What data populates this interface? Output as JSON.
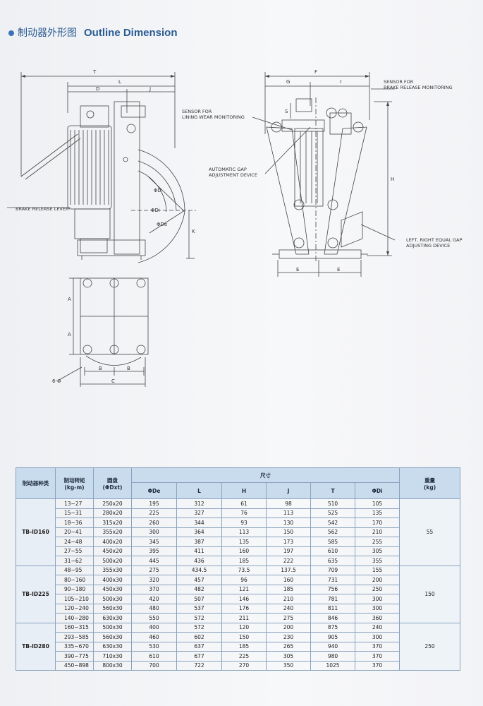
{
  "header": {
    "title_cn": "制动器外形图",
    "title_en": "Outline Dimension"
  },
  "drawing": {
    "labels": {
      "brake_release_lever": "BRAKE RELEASE LEVER",
      "sensor_lining_1": "SENSOR FOR",
      "sensor_lining_2": "LINING WEAR MONITORING",
      "gap_device_1": "AUTOMATIC GAP",
      "gap_device_2": "ADJUSTMENT DEVICE",
      "sensor_release_1": "SENSOR FOR",
      "sensor_release_2": "BRAKE RELEASE MONITORING",
      "equal_gap_1": "LEFT, RIGHT EQUAL GAP",
      "equal_gap_2": "ADJUSTING DEVICE"
    },
    "dims": {
      "T": "T",
      "L": "L",
      "D": "D",
      "J": "J",
      "K": "K",
      "F": "F",
      "G": "G",
      "I": "I",
      "S": "S",
      "H": "H",
      "E": "E",
      "A": "A",
      "B": "B",
      "C": "C",
      "holes": "6-Φ",
      "phi_de": "ΦDe",
      "phi_di": "ΦDi",
      "phi_d": "ΦD"
    }
  },
  "table": {
    "headers": {
      "model": "制动器种类",
      "torque": "制动转矩\n(kg-m)",
      "disc": "圆盘\n(ΦDxt)",
      "dims": "尺寸",
      "weight": "重量\n(kg)"
    },
    "dim_columns": [
      "ΦDe",
      "L",
      "H",
      "J",
      "T",
      "ΦDi"
    ],
    "groups": [
      {
        "model": "TB-ID160",
        "weight": "55",
        "rows": [
          [
            "13~27",
            "250x20",
            "195",
            "312",
            "61",
            "98",
            "510",
            "105"
          ],
          [
            "15~31",
            "280x20",
            "225",
            "327",
            "76",
            "113",
            "525",
            "135"
          ],
          [
            "18~36",
            "315x20",
            "260",
            "344",
            "93",
            "130",
            "542",
            "170"
          ],
          [
            "20~41",
            "355x20",
            "300",
            "364",
            "113",
            "150",
            "562",
            "210"
          ],
          [
            "24~48",
            "400x20",
            "345",
            "387",
            "135",
            "173",
            "585",
            "255"
          ],
          [
            "27~55",
            "450x20",
            "395",
            "411",
            "160",
            "197",
            "610",
            "305"
          ],
          [
            "31~62",
            "500x20",
            "445",
            "436",
            "185",
            "222",
            "635",
            "355"
          ]
        ]
      },
      {
        "model": "TB-ID225",
        "weight": "150",
        "rows": [
          [
            "48~95",
            "355x30",
            "275",
            "434.5",
            "73.5",
            "137.5",
            "709",
            "155"
          ],
          [
            "80~160",
            "400x30",
            "320",
            "457",
            "96",
            "160",
            "731",
            "200"
          ],
          [
            "90~180",
            "450x30",
            "370",
            "482",
            "121",
            "185",
            "756",
            "250"
          ],
          [
            "105~210",
            "500x30",
            "420",
            "507",
            "146",
            "210",
            "781",
            "300"
          ],
          [
            "120~240",
            "560x30",
            "480",
            "537",
            "176",
            "240",
            "811",
            "300"
          ],
          [
            "140~280",
            "630x30",
            "550",
            "572",
            "211",
            "275",
            "846",
            "360"
          ]
        ]
      },
      {
        "model": "TB-ID280",
        "weight": "250",
        "rows": [
          [
            "160~315",
            "500x30",
            "400",
            "572",
            "120",
            "200",
            "875",
            "240"
          ],
          [
            "293~585",
            "560x30",
            "460",
            "602",
            "150",
            "230",
            "905",
            "300"
          ],
          [
            "335~670",
            "630x30",
            "530",
            "637",
            "185",
            "265",
            "940",
            "370"
          ],
          [
            "390~775",
            "710x30",
            "610",
            "677",
            "225",
            "305",
            "980",
            "370"
          ],
          [
            "450~898",
            "800x30",
            "700",
            "722",
            "270",
            "350",
            "1025",
            "370"
          ]
        ]
      }
    ]
  }
}
